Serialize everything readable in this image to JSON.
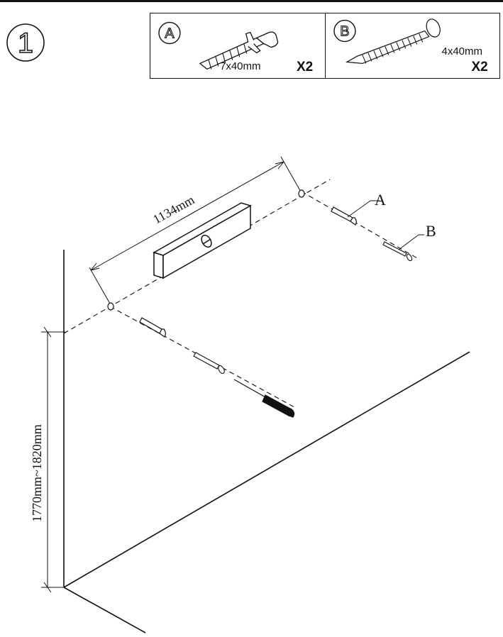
{
  "step": {
    "number": "1"
  },
  "parts": [
    {
      "letter": "A",
      "dimension": "7x40mm",
      "quantity": "X2"
    },
    {
      "letter": "B",
      "dimension": "4x40mm",
      "quantity": "X2"
    }
  ],
  "diagram": {
    "width_label": "1134mm",
    "height_label": "1770mm~1820mm",
    "callout_a": "A",
    "callout_b": "B"
  }
}
